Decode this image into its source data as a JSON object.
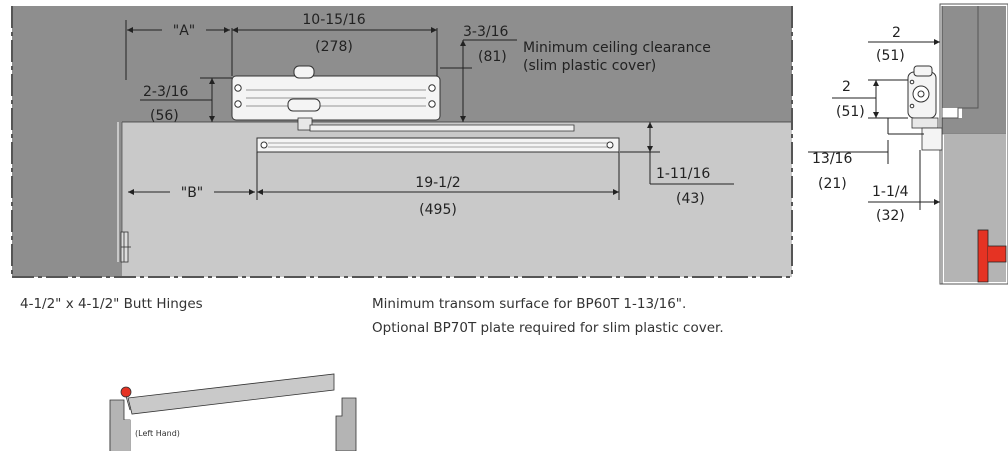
{
  "front_view": {
    "dim_a": "\"A\"",
    "body_length_in": "10-15/16",
    "body_length_mm": "(278)",
    "clearance_in": "3-3/16",
    "clearance_mm": "(81)",
    "clearance_note_1": "Minimum ceiling clearance",
    "clearance_note_2": "(slim plastic cover)",
    "body_height_in": "2-3/16",
    "body_height_mm": "(56)",
    "dim_b": "\"B\"",
    "arm_length_in": "19-1/2",
    "arm_length_mm": "(495)",
    "arm_height_in": "1-11/16",
    "arm_height_mm": "(43)"
  },
  "side_view": {
    "top_offset_in": "2",
    "top_offset_mm": "(51)",
    "body_depth_in": "2",
    "body_depth_mm": "(51)",
    "gap_in": "13/16",
    "gap_mm": "(21)",
    "face_offset_in": "1-1/4",
    "face_offset_mm": "(32)"
  },
  "captions": {
    "hinges": "4-1/2\" x 4-1/2\" Butt Hinges",
    "transom_1": "Minimum transom surface for BP60T 1-13/16\".",
    "transom_2": "Optional BP70T plate required for slim plastic cover."
  },
  "plan_view": {
    "hand_label": "(Left Hand)"
  },
  "colors": {
    "ceiling": "#8e8e8e",
    "door": "#c9c9c9",
    "accent_red": "#e53323"
  }
}
